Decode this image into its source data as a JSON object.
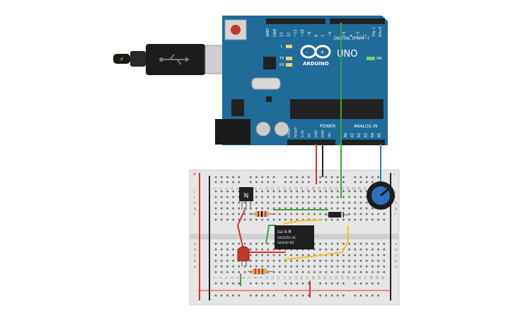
{
  "arduino": {
    "logo_text": "ARDUINO",
    "model": "UNO",
    "digital_header": "DIGITAL (PWM~)",
    "tx_rx": [
      "TX▸ 1",
      "RX◂ 0"
    ],
    "digital_pins": [
      "AREF",
      "GND",
      "13",
      "12",
      "~11",
      "~10",
      "~9",
      "8",
      "7",
      "~6",
      "~5",
      "4",
      "~3",
      "2"
    ],
    "led_labels": [
      "L",
      "TX",
      "RX"
    ],
    "on_label": "ON",
    "power_header": "POWER",
    "analog_header": "ANALOG IN",
    "power_pins": [
      "IOREF",
      "RESET",
      "3.3V",
      "5V",
      "GND",
      "GND",
      "Vin"
    ],
    "analog_pins": [
      "A0",
      "A1",
      "A2",
      "A3",
      "A4",
      "A5"
    ],
    "colors": {
      "board": "#1f6b9a",
      "board_dark": "#17557c",
      "header": "#222222"
    }
  },
  "usb": {
    "icon": "usb-icon"
  },
  "breadboard": {
    "row_letters_top": [
      "j",
      "i",
      "h",
      "g",
      "f"
    ],
    "row_letters_bottom": [
      "e",
      "d",
      "c",
      "b",
      "a"
    ],
    "rail_signs": [
      "+",
      "-"
    ],
    "column_numbers": [
      "1",
      "2",
      "3",
      "4",
      "5",
      "6",
      "7",
      "8",
      "9",
      "10",
      "11",
      "12",
      "13",
      "14",
      "15",
      "16",
      "17",
      "18",
      "19",
      "20",
      "21",
      "22",
      "23",
      "24",
      "25",
      "26",
      "27",
      "28",
      "29",
      "30"
    ]
  },
  "components": {
    "transistor_label": "N",
    "relay_label_1": "LU-5-R",
    "relay_label_2": "5A/125V AC",
    "relay_label_3": "5A/24V DC"
  },
  "wire_colors": {
    "red": "#d8302a",
    "black": "#222222",
    "green": "#3aa83a",
    "blue": "#2b7bd0",
    "yellow": "#f0c419"
  }
}
